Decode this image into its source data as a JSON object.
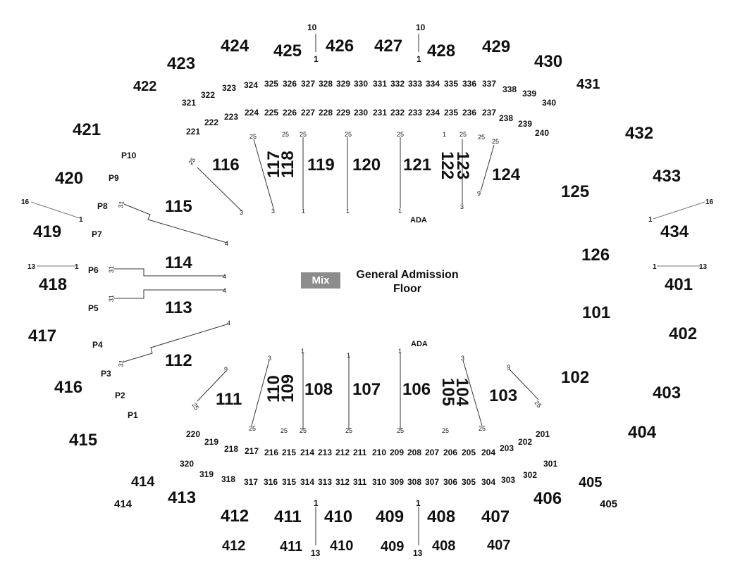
{
  "floor": {
    "title_line1": "General Admission",
    "title_line2": "Floor",
    "mix_label": "Mix"
  },
  "ada_labels": [
    "ADA",
    "ADA"
  ],
  "sections_400": [
    "424",
    "425",
    "426",
    "427",
    "428",
    "429",
    "423",
    "430",
    "422",
    "431",
    "421",
    "432",
    "420",
    "433",
    "419",
    "434",
    "418",
    "401",
    "417",
    "402",
    "416",
    "403",
    "415",
    "404",
    "414",
    "405",
    "413",
    "406",
    "412",
    "411",
    "410",
    "409",
    "408",
    "407",
    "414",
    "405",
    "412",
    "411",
    "410",
    "409",
    "408",
    "407"
  ],
  "sections_300": [
    "321",
    "322",
    "323",
    "324",
    "325",
    "326",
    "327",
    "328",
    "329",
    "330",
    "331",
    "332",
    "333",
    "334",
    "335",
    "336",
    "337",
    "338",
    "339",
    "340",
    "320",
    "319",
    "318",
    "317",
    "316",
    "315",
    "314",
    "313",
    "312",
    "311",
    "310",
    "309",
    "308",
    "307",
    "306",
    "305",
    "304",
    "303",
    "302",
    "301"
  ],
  "sections_200": [
    "221",
    "222",
    "223",
    "224",
    "225",
    "226",
    "227",
    "228",
    "229",
    "230",
    "231",
    "232",
    "233",
    "234",
    "235",
    "236",
    "237",
    "238",
    "239",
    "240",
    "220",
    "219",
    "218",
    "217",
    "216",
    "215",
    "214",
    "213",
    "212",
    "211",
    "210",
    "209",
    "208",
    "207",
    "206",
    "205",
    "204",
    "203",
    "202",
    "201"
  ],
  "sections_100": [
    "116",
    "117",
    "118",
    "119",
    "120",
    "121",
    "122",
    "123",
    "124",
    "125",
    "115",
    "126",
    "114",
    "101",
    "113",
    "112",
    "102",
    "111",
    "110",
    "109",
    "108",
    "107",
    "106",
    "105",
    "104",
    "103"
  ],
  "pit_labels": [
    "P10",
    "P9",
    "P8",
    "P7",
    "P6",
    "P5",
    "P4",
    "P3",
    "P2",
    "P1"
  ],
  "row_markers": [
    "10",
    "1",
    "10",
    "1",
    "16",
    "1",
    "13",
    "1",
    "16",
    "1",
    "1",
    "13",
    "1",
    "13",
    "1",
    "13",
    "25",
    "3",
    "25",
    "3",
    "25",
    "1",
    "25",
    "1",
    "25",
    "1",
    "25",
    "3",
    "25",
    "9",
    "25",
    "1",
    "31",
    "4",
    "31",
    "4",
    "31",
    "4",
    "31",
    "4",
    "9",
    "25",
    "3",
    "25",
    "1",
    "25",
    "1",
    "25",
    "1",
    "25",
    "3",
    "25",
    "9",
    "25",
    "25",
    "25",
    "25"
  ]
}
